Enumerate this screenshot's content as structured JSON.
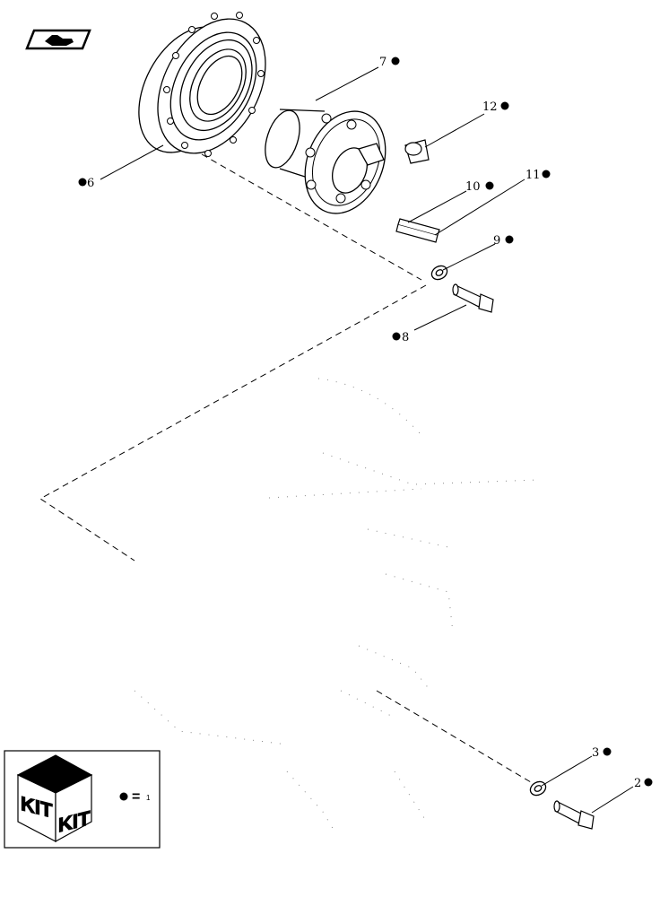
{
  "callouts": {
    "c2": "2",
    "c3": "3",
    "c6": "6",
    "c7": "7",
    "c8": "8",
    "c9": "9",
    "c10": "10",
    "c11": "11",
    "c12": "12"
  },
  "legend": {
    "kit_label_left": "KIT",
    "kit_label_right": "KIT",
    "equals": "=",
    "suffix": "1"
  },
  "icons": {
    "nav_icon": "hand-pointer-icon",
    "kit_icon": "kit-box-icon"
  }
}
